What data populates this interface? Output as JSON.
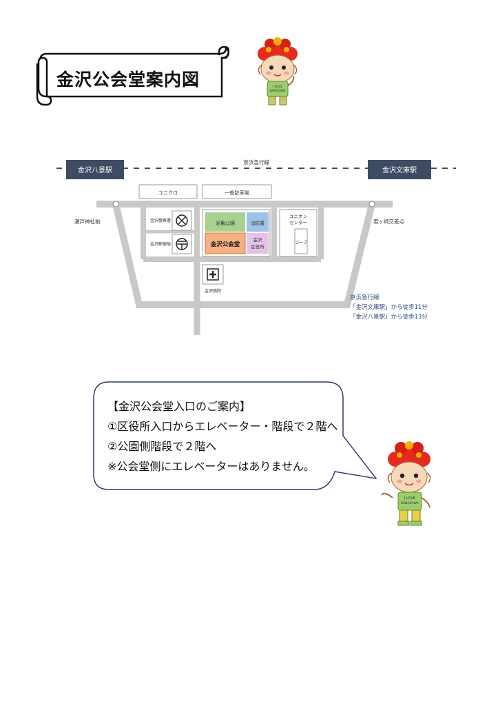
{
  "title": "金沢公会堂案内図",
  "map": {
    "rail_line": "京浜急行線",
    "station_left": "金沢八景駅",
    "station_right": "金沢文庫駅",
    "uniqlo": "ユニクロ",
    "parking": "一般駐車場",
    "seto_shrine": "瀬戸神社前",
    "kimigasaki": "君ヶ崎交差点",
    "police": "金沢警察署",
    "post_office": "金沢郵便局",
    "park": "泥亀公園",
    "fire_station": "消防署",
    "hall": "金沢公会堂",
    "ward_office_1": "金沢",
    "ward_office_2": "区役所",
    "union_1": "ユニオン",
    "union_2": "センター",
    "coop": "コープ",
    "hospital": "金沢病院",
    "access_line": "京浜急行線",
    "access_bunko": "「金沢文庫駅」から徒歩11分",
    "access_hakkei": "「金沢八景駅」から徒歩13分"
  },
  "guide": {
    "heading": "【金沢公会堂入口のご案内】",
    "line1": "①区役所入口からエレベーター・階段で２階へ",
    "line2": "②公園側階段で２階へ",
    "line3": "※公会堂側にエレベーターはありません。"
  },
  "mascot": {
    "shirt_text_1": "I LOVE",
    "shirt_text_2": "KANAZAWA"
  },
  "colors": {
    "station_box": "#3e4b63",
    "road": "#c8c8c8",
    "park": "#a9d18e",
    "fire_station": "#9dc3e6",
    "hall": "#f4b183",
    "ward_office": "#e6c3e6",
    "access_text": "#2e4a7d",
    "bubble_border": "#2e3d6b"
  }
}
